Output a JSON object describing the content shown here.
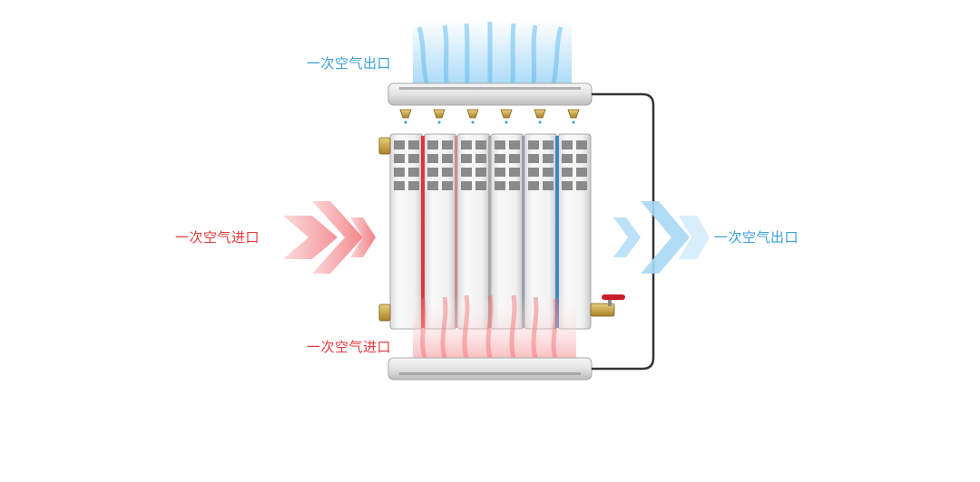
{
  "labels": {
    "top_outlet": "一次空气出口",
    "right_outlet": "一次空气出口",
    "left_inlet": "一次空气进口",
    "bottom_inlet": "一次空气进口"
  },
  "colors": {
    "outlet_text": "#3a9fd8",
    "inlet_text": "#e8393a",
    "hot_pipe": "#e0353a",
    "cold_pipe": "#3b86c8",
    "hot_flow": "#f26a6e",
    "cold_flow": "#5bb8ee",
    "loop_pipe": "#333333",
    "valve_handle": "#c8202a",
    "brass": "#c9a23a"
  },
  "icons": {
    "left_arrows": "chevron-arrow-right",
    "right_arrows": "chevron-arrow-right",
    "valve": "red-handle-valve"
  }
}
